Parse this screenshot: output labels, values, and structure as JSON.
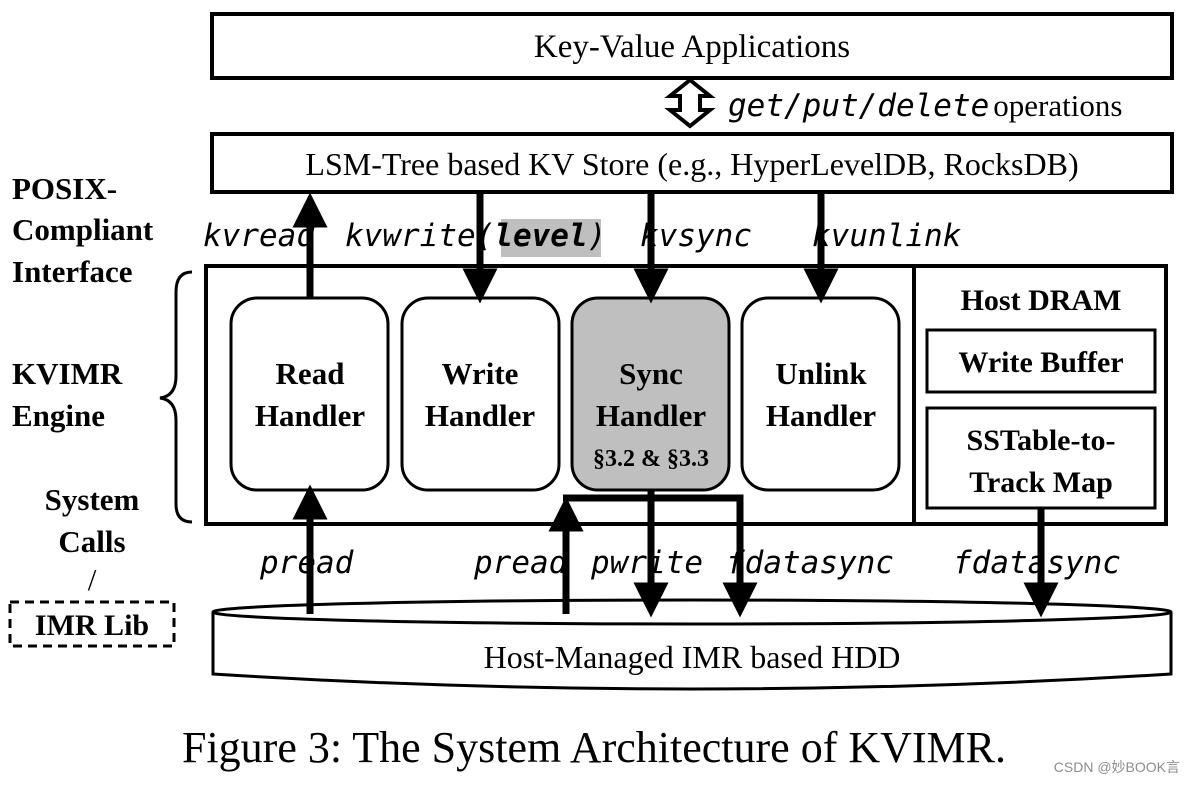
{
  "layers": {
    "apps": "Key-Value Applications",
    "ops_verbs": "get/put/delete",
    "ops_suffix": "operations",
    "kv_store": "LSM-Tree based KV Store (e.g., HyperLevelDB, RocksDB)",
    "hdd": "Host-Managed IMR based HDD"
  },
  "left_labels": {
    "posix_line1": "POSIX-",
    "posix_line2": "Compliant",
    "posix_line3": "Interface",
    "engine_line1": "KVIMR",
    "engine_line2": "Engine",
    "syscalls_line1": "System",
    "syscalls_line2": "Calls",
    "syscalls_line3": "/",
    "imr_lib": "IMR Lib"
  },
  "interface_calls": {
    "kvread": "kvread",
    "kvwrite_prefix": "kvwrite(",
    "kvwrite_param": "level",
    "kvwrite_suffix": ")",
    "kvsync": "kvsync",
    "kvunlink": "kvunlink"
  },
  "handlers": [
    {
      "line1": "Read",
      "line2": "Handler",
      "note": ""
    },
    {
      "line1": "Write",
      "line2": "Handler",
      "note": ""
    },
    {
      "line1": "Sync",
      "line2": "Handler",
      "note": "§3.2 & §3.3"
    },
    {
      "line1": "Unlink",
      "line2": "Handler",
      "note": ""
    }
  ],
  "host_dram": {
    "title": "Host DRAM",
    "write_buffer": "Write Buffer",
    "map_line1": "SSTable-to-",
    "map_line2": "Track Map"
  },
  "system_calls": {
    "pread_read": "pread",
    "pread_sync": "pread",
    "pwrite": "pwrite",
    "fdatasync_sync": "fdatasync",
    "fdatasync_map": "fdatasync"
  },
  "caption": "Figure 3: The System Architecture of KVIMR.",
  "watermark": "CSDN @妙BOOK言",
  "colors": {
    "stroke": "#000000",
    "highlight_fill": "#bfbfbf",
    "background": "#ffffff",
    "watermark": "#8c8c8c"
  }
}
